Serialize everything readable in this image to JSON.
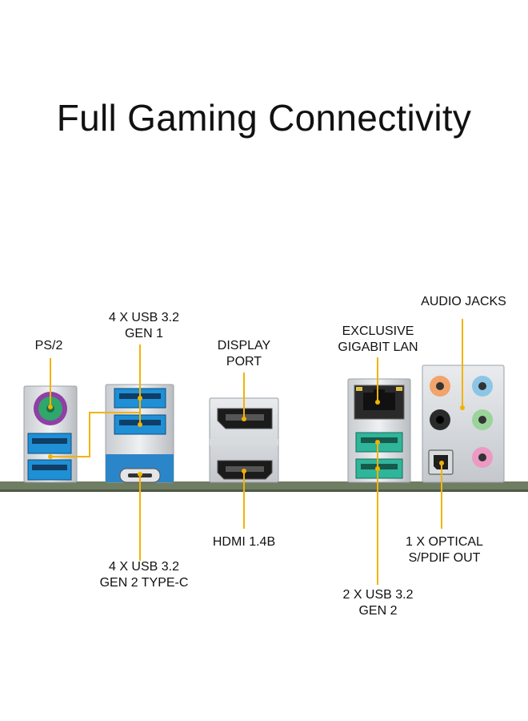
{
  "title": "Full Gaming Connectivity",
  "colors": {
    "leader": "#f2b300",
    "board": "#6f7d63",
    "usb3_gen1": "#1f8fd6",
    "usb3_gen2": "#2fb59a",
    "ps2": "#8f3fa6"
  },
  "labels": {
    "ps2": "PS/2",
    "usb_gen1_line1": "4 X USB 3.2",
    "usb_gen1_line2": "GEN 1",
    "displayport_line1": "DISPLAY",
    "displayport_line2": "PORT",
    "lan_line1": "EXCLUSIVE",
    "lan_line2": "GIGABIT LAN",
    "audio": "AUDIO JACKS",
    "usb_typec_line1": "4 X USB 3.2",
    "usb_typec_line2": "GEN 2 TYPE-C",
    "hdmi": "HDMI 1.4B",
    "optical_line1": "1 X OPTICAL",
    "optical_line2": "S/PDIF OUT",
    "usb_gen2_line1": "2 X USB 3.2",
    "usb_gen2_line2": "GEN 2"
  }
}
